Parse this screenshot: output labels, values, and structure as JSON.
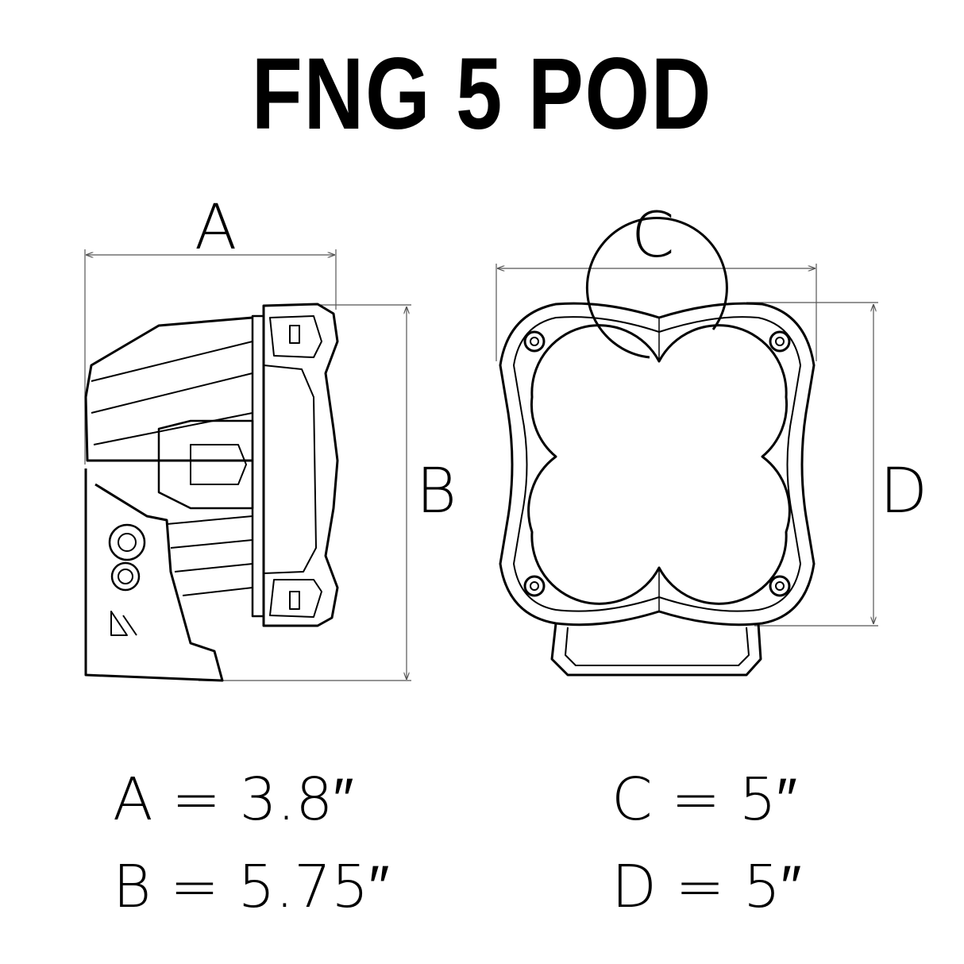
{
  "title": "FNG 5 POD",
  "labels": {
    "a": "A",
    "b": "B",
    "c": "C",
    "d": "D"
  },
  "dimensions": [
    {
      "text": "A = 3.8″"
    },
    {
      "text": "B = 5.75″"
    },
    {
      "text": "C = 5″"
    },
    {
      "text": "D = 5″"
    }
  ],
  "colors": {
    "line": "#000000",
    "dimension_line": "#555555"
  }
}
